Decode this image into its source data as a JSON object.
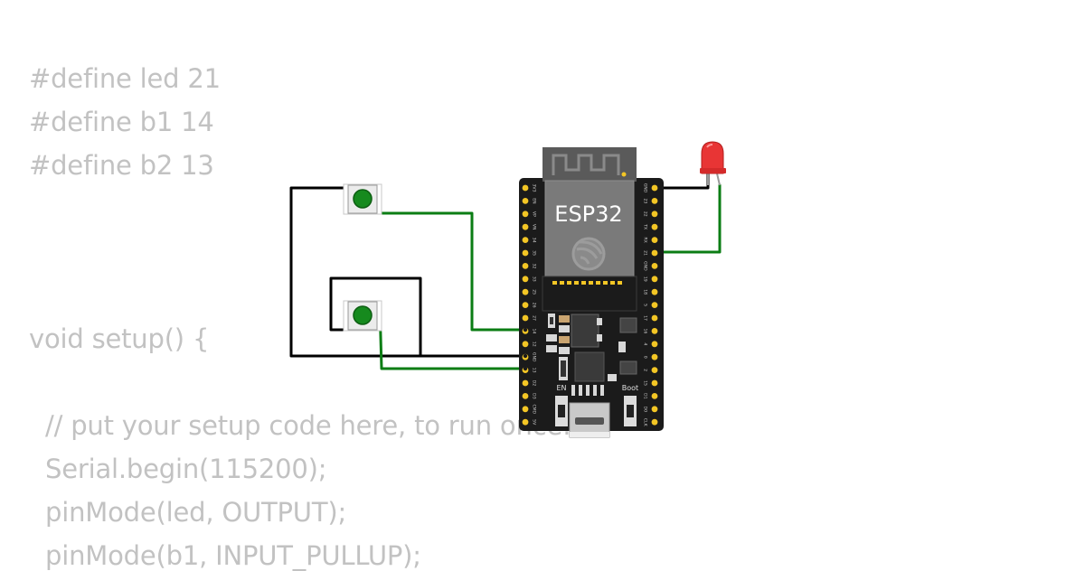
{
  "code": {
    "lines": [
      "#define led 21",
      "#define b1 14",
      "#define b2 13",
      "void setup() {",
      "  // put your setup code here, to run once:",
      "  Serial.begin(115200);",
      "  pinMode(led, OUTPUT);",
      "  pinMode(b1, INPUT_PULLUP);"
    ]
  },
  "board": {
    "label": "ESP32",
    "en_label": "EN",
    "boot_label": "Boot",
    "left_pins": [
      "3V3",
      "EN",
      "VP",
      "VN",
      "34",
      "35",
      "32",
      "33",
      "25",
      "26",
      "27",
      "14",
      "12",
      "GND",
      "13",
      "D2",
      "D3",
      "CMD",
      "5V"
    ],
    "right_pins": [
      "GND",
      "23",
      "22",
      "TX",
      "RX",
      "21",
      "GND",
      "19",
      "18",
      "5",
      "17",
      "16",
      "4",
      "0",
      "2",
      "15",
      "D1",
      "D0",
      "CLK"
    ]
  },
  "colors": {
    "code_text": "#c2c2c2",
    "wire_black": "#000000",
    "wire_green": "#0b7d14",
    "board": "#1b1b1b",
    "pin": "#f3c625",
    "button_cap": "#168a1e",
    "led": "#e83535"
  }
}
